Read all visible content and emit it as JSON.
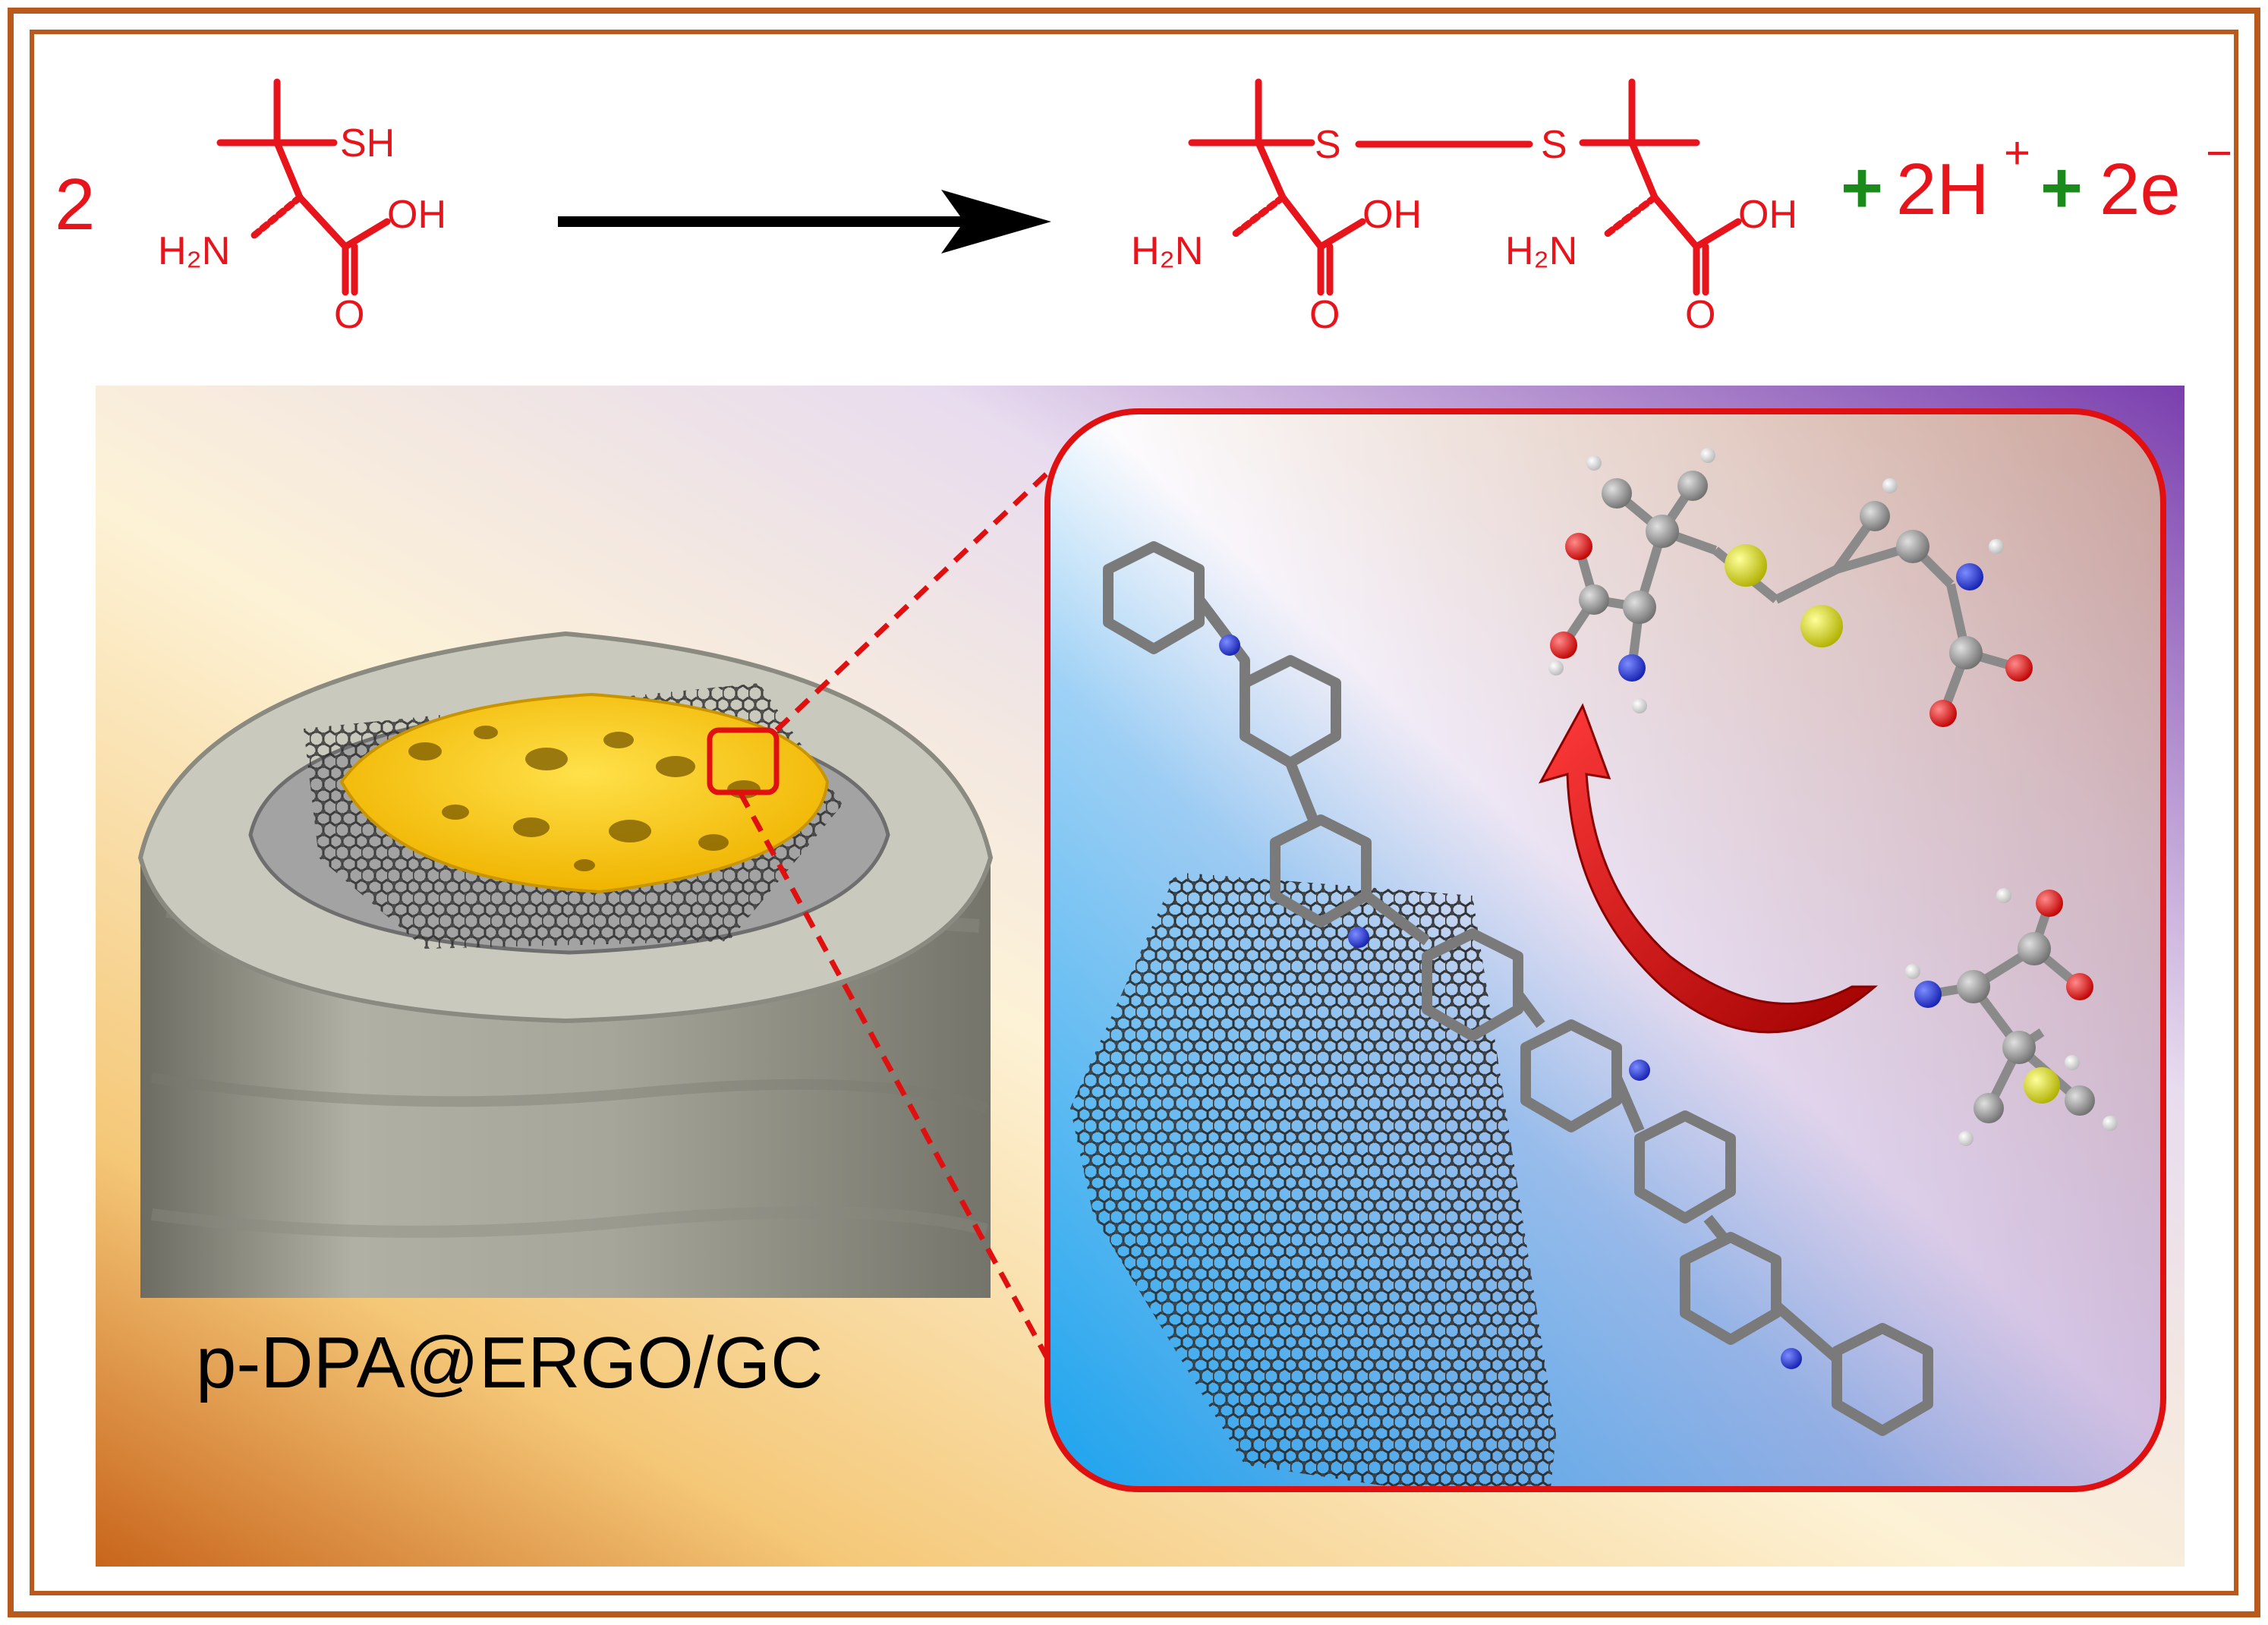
{
  "colors": {
    "frame": "#b85a1c",
    "reaction_red": "#e8141c",
    "product_green": "#1a8a1a",
    "arrow": "#000000",
    "zoom_red": "#e01010",
    "atom_carbon": "#8a8a8a",
    "atom_hydrogen": "#e6e6e6",
    "atom_nitrogen": "#1f2fd6",
    "atom_oxygen": "#e01818",
    "atom_sulfur": "#d9d900",
    "gold_film": "#f5c200",
    "electrode_body": "#9a9a8c"
  },
  "reaction": {
    "coefficient": "2",
    "reactant": {
      "sh": "SH",
      "nh2": "H₂N",
      "oh": "OH",
      "o": "O"
    },
    "product_left": {
      "s": "S",
      "nh2": "H₂N",
      "oh": "OH",
      "o": "O"
    },
    "product_right": {
      "s": "S",
      "nh2": "H₂N",
      "oh": "OH",
      "o": "O"
    },
    "plus1": "+",
    "proton": "2H",
    "proton_charge": "+",
    "plus2": "+",
    "electron": "2e",
    "electron_charge": "−"
  },
  "electrode": {
    "label": "p-DPA@ERGO/GC"
  },
  "icons": {
    "reaction_arrow": "right-arrow-icon",
    "curved_arrow": "curved-arrow-icon",
    "zoom_lines": "dashed-zoom-lines"
  }
}
